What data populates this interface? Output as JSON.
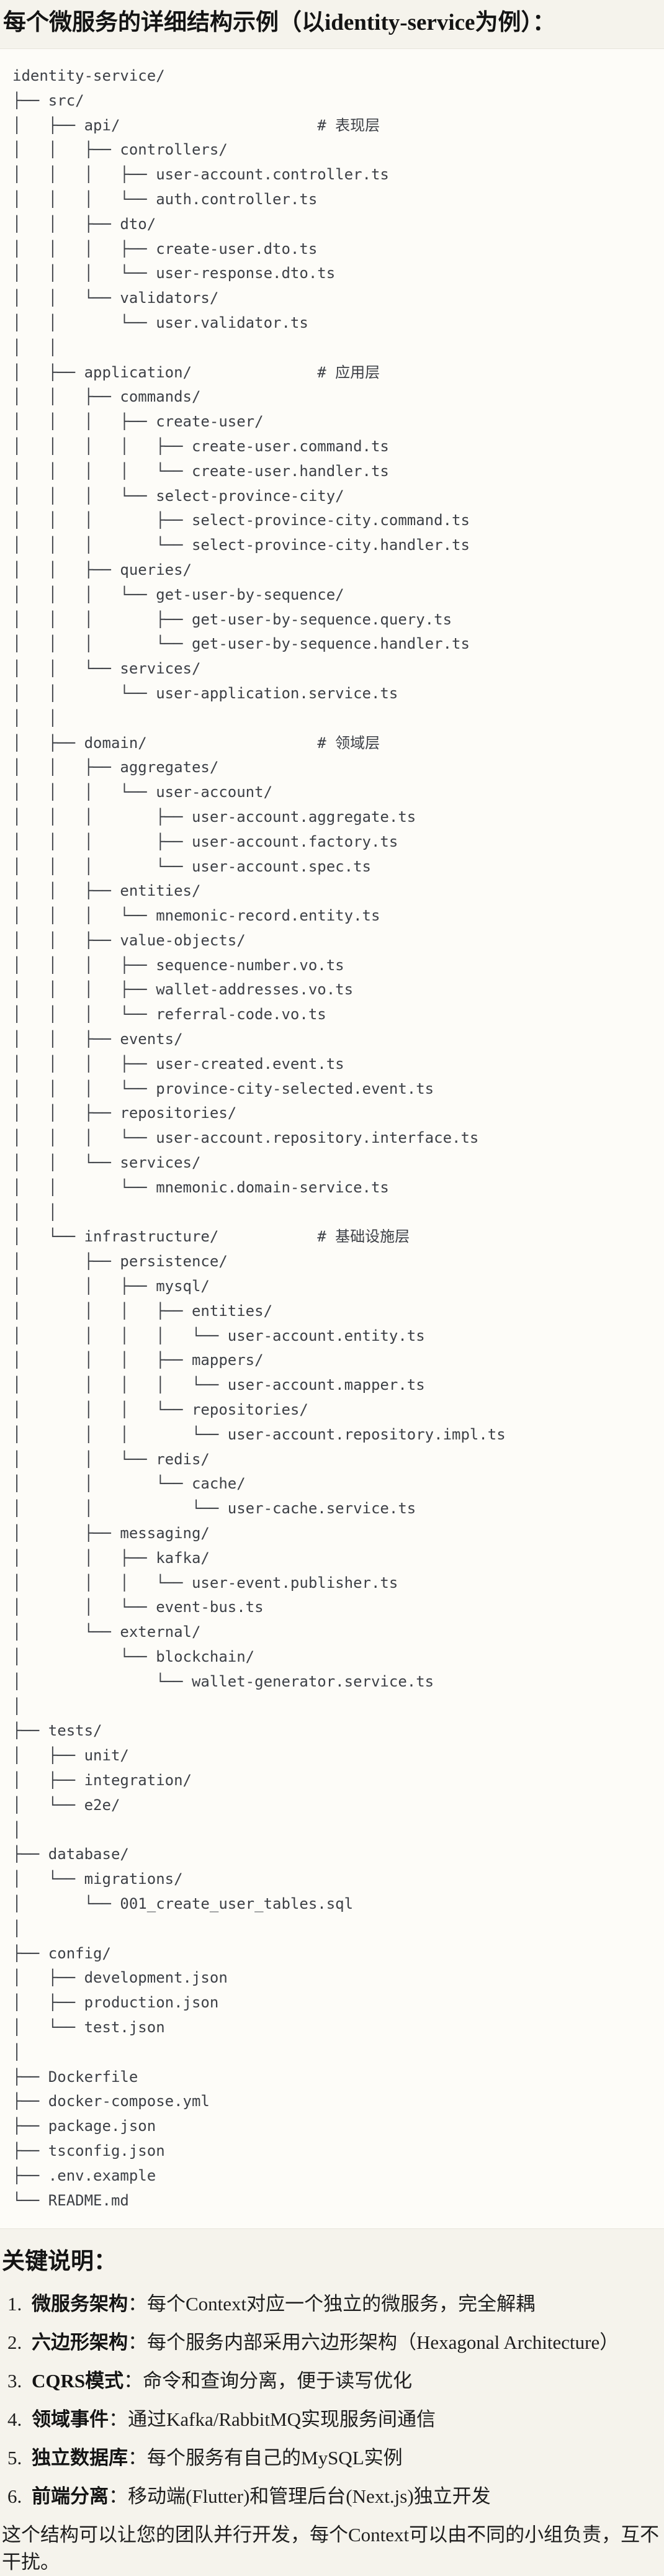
{
  "title": "每个微服务的详细结构示例（以identity-service为例）：",
  "code_block": {
    "tree_lines": [
      "identity-service/",
      "├── src/",
      "│   ├── api/                      # 表现层",
      "│   │   ├── controllers/",
      "│   │   │   ├── user-account.controller.ts",
      "│   │   │   └── auth.controller.ts",
      "│   │   ├── dto/",
      "│   │   │   ├── create-user.dto.ts",
      "│   │   │   └── user-response.dto.ts",
      "│   │   └── validators/",
      "│   │       └── user.validator.ts",
      "│   │",
      "│   ├── application/              # 应用层",
      "│   │   ├── commands/",
      "│   │   │   ├── create-user/",
      "│   │   │   │   ├── create-user.command.ts",
      "│   │   │   │   └── create-user.handler.ts",
      "│   │   │   └── select-province-city/",
      "│   │   │       ├── select-province-city.command.ts",
      "│   │   │       └── select-province-city.handler.ts",
      "│   │   ├── queries/",
      "│   │   │   └── get-user-by-sequence/",
      "│   │   │       ├── get-user-by-sequence.query.ts",
      "│   │   │       └── get-user-by-sequence.handler.ts",
      "│   │   └── services/",
      "│   │       └── user-application.service.ts",
      "│   │",
      "│   ├── domain/                   # 领域层",
      "│   │   ├── aggregates/",
      "│   │   │   └── user-account/",
      "│   │   │       ├── user-account.aggregate.ts",
      "│   │   │       ├── user-account.factory.ts",
      "│   │   │       └── user-account.spec.ts",
      "│   │   ├── entities/",
      "│   │   │   └── mnemonic-record.entity.ts",
      "│   │   ├── value-objects/",
      "│   │   │   ├── sequence-number.vo.ts",
      "│   │   │   ├── wallet-addresses.vo.ts",
      "│   │   │   └── referral-code.vo.ts",
      "│   │   ├── events/",
      "│   │   │   ├── user-created.event.ts",
      "│   │   │   └── province-city-selected.event.ts",
      "│   │   ├── repositories/",
      "│   │   │   └── user-account.repository.interface.ts",
      "│   │   └── services/",
      "│   │       └── mnemonic.domain-service.ts",
      "│   │",
      "│   └── infrastructure/           # 基础设施层",
      "│       ├── persistence/",
      "│       │   ├── mysql/",
      "│       │   │   ├── entities/",
      "│       │   │   │   └── user-account.entity.ts",
      "│       │   │   ├── mappers/",
      "│       │   │   │   └── user-account.mapper.ts",
      "│       │   │   └── repositories/",
      "│       │   │       └── user-account.repository.impl.ts",
      "│       │   └── redis/",
      "│       │       └── cache/",
      "│       │           └── user-cache.service.ts",
      "│       ├── messaging/",
      "│       │   ├── kafka/",
      "│       │   │   └── user-event.publisher.ts",
      "│       │   └── event-bus.ts",
      "│       └── external/",
      "│           └── blockchain/",
      "│               └── wallet-generator.service.ts",
      "│",
      "├── tests/",
      "│   ├── unit/",
      "│   ├── integration/",
      "│   └── e2e/",
      "│",
      "├── database/",
      "│   └── migrations/",
      "│       └── 001_create_user_tables.sql",
      "│",
      "├── config/",
      "│   ├── development.json",
      "│   ├── production.json",
      "│   └── test.json",
      "│",
      "├── Dockerfile",
      "├── docker-compose.yml",
      "├── package.json",
      "├── tsconfig.json",
      "├── .env.example",
      "└── README.md"
    ]
  },
  "notes": {
    "heading": "关键说明：",
    "items": [
      {
        "num": "1.",
        "label": "微服务架构",
        "desc": "：每个Context对应一个独立的微服务，完全解耦"
      },
      {
        "num": "2.",
        "label": "六边形架构",
        "desc": "：每个服务内部采用六边形架构（Hexagonal Architecture）"
      },
      {
        "num": "3.",
        "label": "CQRS模式",
        "desc": "：命令和查询分离，便于读写优化"
      },
      {
        "num": "4.",
        "label": "领域事件",
        "desc": "：通过Kafka/RabbitMQ实现服务间通信"
      },
      {
        "num": "5.",
        "label": "独立数据库",
        "desc": "：每个服务有自己的MySQL实例"
      },
      {
        "num": "6.",
        "label": "前端分离",
        "desc": "：移动端(Flutter)和管理后台(Next.js)独立开发"
      }
    ]
  },
  "closing": "这个结构可以让您的团队并行开发，每个Context可以由不同的小组负责，互不干扰。",
  "colors": {
    "page_bg": "#f5f3ec",
    "code_bg": "#fdfcf8",
    "border": "#e7e4db",
    "code_text": "#3d4046",
    "heading_text": "#141414"
  }
}
